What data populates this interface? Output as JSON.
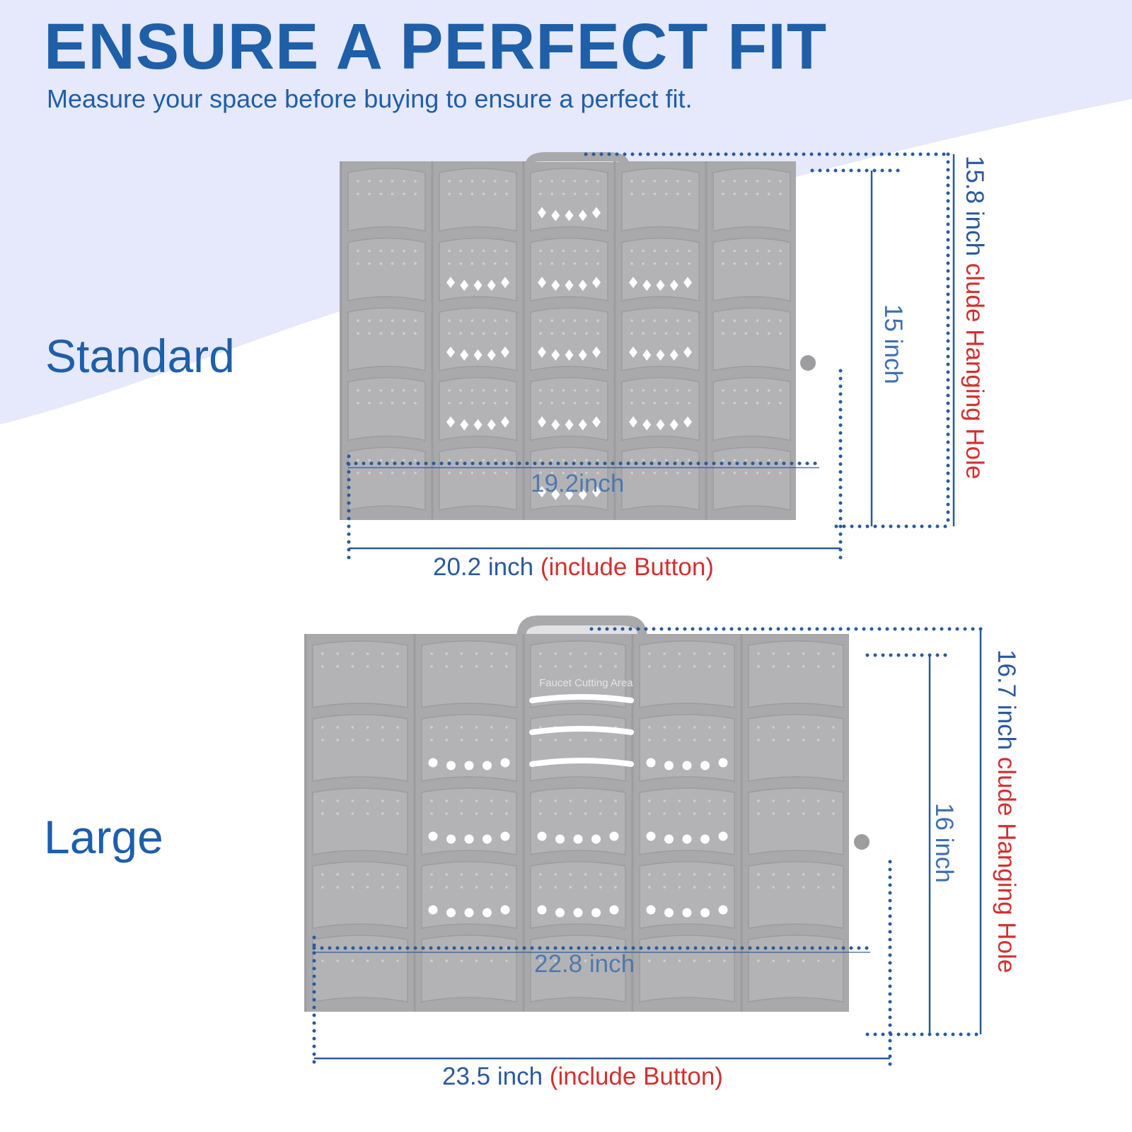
{
  "header": {
    "title": "ENSURE A PERFECT FIT",
    "subtitle": "Measure your space before buying to ensure a perfect fit."
  },
  "colors": {
    "accent_blue": "#1e5fa8",
    "highlight_red": "#d23030",
    "mat_gray": "#a9a9ab",
    "background_wave": "#e6e8fb"
  },
  "standard": {
    "label": "Standard",
    "inner_width": "19.2inch",
    "outer_width_value": "20.2 inch",
    "outer_width_note": "(include Button)",
    "inner_height": "15 inch",
    "outer_height_value": "15.8 inch",
    "outer_height_note": "clude Hanging Hole"
  },
  "large": {
    "label": "Large",
    "faucet_area_label": "Faucet Cutting Area",
    "inner_width": "22.8 inch",
    "outer_width_value": "23.5 inch",
    "outer_width_note": "(include Button)",
    "inner_height": "16 inch",
    "outer_height_value": "16.7 inch",
    "outer_height_note": "clude Hanging Hole"
  }
}
